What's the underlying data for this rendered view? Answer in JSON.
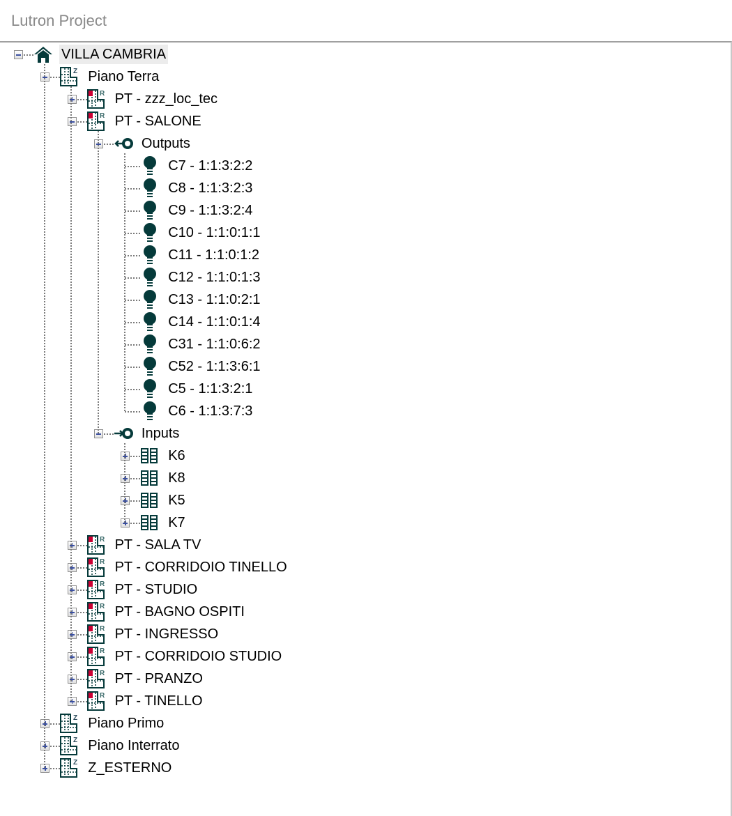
{
  "window": {
    "title": "Lutron Project"
  },
  "colors": {
    "icon": "#053a3a",
    "accent": "#cc0033"
  },
  "tree": {
    "label": "VILLA  CAMBRIA",
    "icon": "house-icon",
    "expanded": true,
    "children": [
      {
        "label": "Piano Terra",
        "icon": "zone-icon",
        "expanded": true,
        "children": [
          {
            "label": "PT - zzz_loc_tec",
            "icon": "room-icon",
            "collapsed": true
          },
          {
            "label": "PT - SALONE",
            "icon": "room-icon",
            "expanded": true,
            "children": [
              {
                "label": "Outputs",
                "icon": "outputs-icon",
                "expanded": true,
                "children": [
                  {
                    "label": "C7 - 1:1:3:2:2",
                    "icon": "bulb-icon"
                  },
                  {
                    "label": "C8 - 1:1:3:2:3",
                    "icon": "bulb-icon"
                  },
                  {
                    "label": "C9 - 1:1:3:2:4",
                    "icon": "bulb-icon"
                  },
                  {
                    "label": "C10 - 1:1:0:1:1",
                    "icon": "bulb-icon"
                  },
                  {
                    "label": "C11 - 1:1:0:1:2",
                    "icon": "bulb-icon"
                  },
                  {
                    "label": "C12 - 1:1:0:1:3",
                    "icon": "bulb-icon"
                  },
                  {
                    "label": "C13 - 1:1:0:2:1",
                    "icon": "bulb-icon"
                  },
                  {
                    "label": "C14 - 1:1:0:1:4",
                    "icon": "bulb-icon"
                  },
                  {
                    "label": "C31 - 1:1:0:6:2",
                    "icon": "bulb-icon"
                  },
                  {
                    "label": "C52 - 1:1:3:6:1",
                    "icon": "bulb-icon"
                  },
                  {
                    "label": "C5 - 1:1:3:2:1",
                    "icon": "bulb-icon"
                  },
                  {
                    "label": "C6 - 1:1:3:7:3",
                    "icon": "bulb-icon"
                  }
                ]
              },
              {
                "label": "Inputs",
                "icon": "inputs-icon",
                "expanded": true,
                "children": [
                  {
                    "label": "K6",
                    "icon": "keypad-icon",
                    "collapsed": true
                  },
                  {
                    "label": "K8",
                    "icon": "keypad-icon",
                    "collapsed": true
                  },
                  {
                    "label": "K5",
                    "icon": "keypad-icon",
                    "collapsed": true
                  },
                  {
                    "label": "K7",
                    "icon": "keypad-icon",
                    "collapsed": true
                  }
                ]
              }
            ]
          },
          {
            "label": "PT - SALA TV",
            "icon": "room-icon",
            "collapsed": true
          },
          {
            "label": "PT - CORRIDOIO TINELLO",
            "icon": "room-icon",
            "collapsed": true
          },
          {
            "label": "PT - STUDIO",
            "icon": "room-icon",
            "collapsed": true
          },
          {
            "label": "PT - BAGNO OSPITI",
            "icon": "room-icon",
            "collapsed": true
          },
          {
            "label": "PT - INGRESSO",
            "icon": "room-icon",
            "collapsed": true
          },
          {
            "label": "PT - CORRIDOIO STUDIO",
            "icon": "room-icon",
            "collapsed": true
          },
          {
            "label": "PT - PRANZO",
            "icon": "room-icon",
            "collapsed": true
          },
          {
            "label": "PT - TINELLO",
            "icon": "room-icon",
            "collapsed": true
          }
        ]
      },
      {
        "label": "Piano Primo",
        "icon": "zone-icon",
        "collapsed": true
      },
      {
        "label": "Piano Interrato",
        "icon": "zone-icon",
        "collapsed": true
      },
      {
        "label": "Z_ESTERNO",
        "icon": "zone-icon",
        "collapsed": true
      }
    ]
  }
}
